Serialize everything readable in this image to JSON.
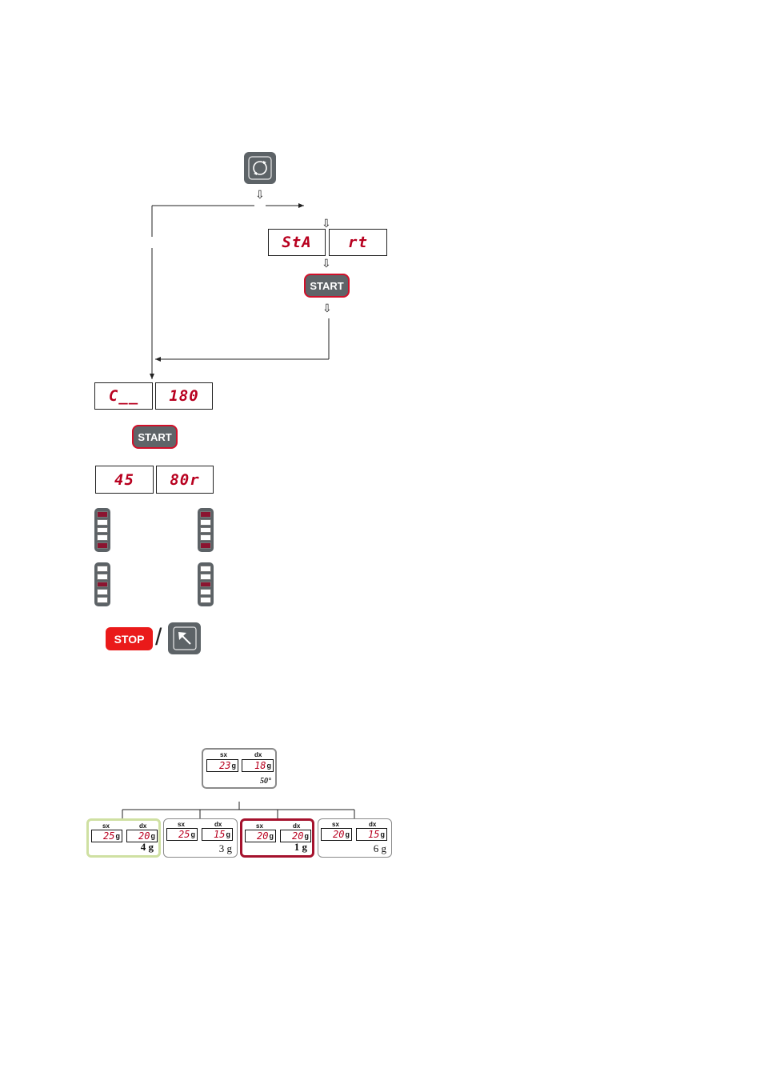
{
  "flow": {
    "display_top": {
      "left": "StA",
      "right": "rt"
    },
    "start_top": "START",
    "display_mid": {
      "left": "C__",
      "right": "180"
    },
    "start_mid": "START",
    "display_bottom": {
      "left": "45",
      "right": "80r"
    },
    "bar_indicators": [
      {
        "lit": [
          0,
          4
        ]
      },
      {
        "lit": [
          0,
          4
        ]
      },
      {
        "lit": [
          2
        ]
      },
      {
        "lit": [
          2
        ]
      }
    ],
    "stop_label": "STOP",
    "separator": "/"
  },
  "icons": {
    "cycle": "cycle-icon",
    "exit": "exit-arrow-icon",
    "flow_arrow": "down-arrow-icon"
  },
  "tree": {
    "root": {
      "sx_label": "sx",
      "dx_label": "dx",
      "sx": "23",
      "dx": "18",
      "unit": "g",
      "angle": "50°"
    },
    "options": [
      {
        "sx_label": "sx",
        "dx_label": "dx",
        "sx": "25",
        "dx": "20",
        "unit": "g",
        "result": "4 g",
        "border": "#cfe0a2",
        "bold": true
      },
      {
        "sx_label": "sx",
        "dx_label": "dx",
        "sx": "25",
        "dx": "15",
        "unit": "g",
        "result": "3 g",
        "border": "#8a8a8a",
        "bold": false
      },
      {
        "sx_label": "sx",
        "dx_label": "dx",
        "sx": "20",
        "dx": "20",
        "unit": "g",
        "result": "1 g",
        "border": "#a5122d",
        "bold": true
      },
      {
        "sx_label": "sx",
        "dx_label": "dx",
        "sx": "20",
        "dx": "15",
        "unit": "g",
        "result": "6 g",
        "border": "#8a8a8a",
        "bold": false
      }
    ]
  },
  "colors": {
    "segment_red": "#b8001f",
    "button_gray": "#5d6367",
    "stop_red": "#ea1a1a",
    "start_border": "#d1102a"
  }
}
